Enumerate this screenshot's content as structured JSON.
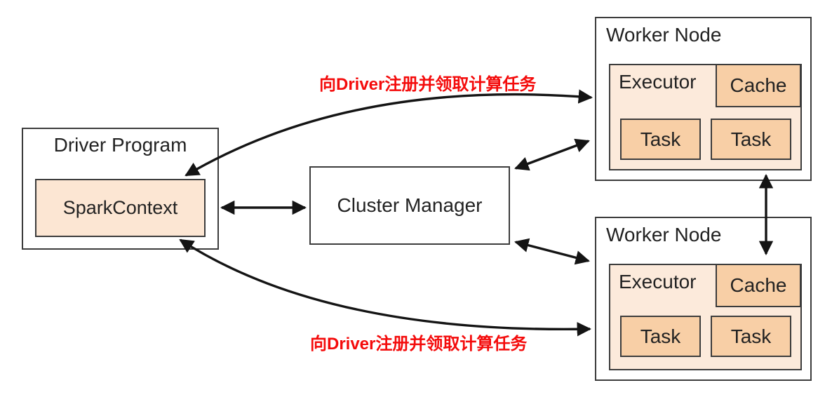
{
  "nodes": {
    "driver": {
      "title": "Driver Program",
      "spark_context": "SparkContext"
    },
    "cluster_manager": {
      "title": "Cluster Manager"
    },
    "worker_top": {
      "title": "Worker Node",
      "executor": "Executor",
      "cache": "Cache",
      "tasks": [
        "Task",
        "Task"
      ]
    },
    "worker_bottom": {
      "title": "Worker Node",
      "executor": "Executor",
      "cache": "Cache",
      "tasks": [
        "Task",
        "Task"
      ]
    }
  },
  "annotations": {
    "top": "向Driver注册并领取计算任务",
    "bottom": "向Driver注册并领取计算任务"
  },
  "colors": {
    "spark_context_fill": "#fce6d3",
    "executor_fill": "#fceadb",
    "cache_task_fill": "#f8cfa6",
    "box_border": "#3c3c3c",
    "arrow_color": "#141414",
    "annotation_color": "#f40b0b",
    "text_color": "#222222",
    "background": "#ffffff"
  }
}
